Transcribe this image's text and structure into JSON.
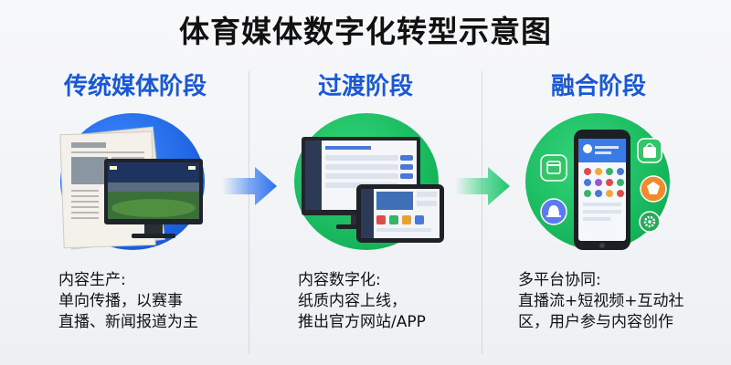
{
  "title": "体育媒体数字化转型示意图",
  "stages": [
    {
      "title": "传统媒体阶段",
      "desc_head": "内容生产:",
      "desc_lines": [
        "单向传播，以赛事",
        "直播、新闻报道为主"
      ]
    },
    {
      "title": "过渡阶段",
      "desc_head": "内容数字化:",
      "desc_lines": [
        "纸质内容上线，",
        "推出官方网站/APP"
      ]
    },
    {
      "title": "融合阶段",
      "desc_head": "多平台协同:",
      "desc_lines": [
        "直播流+短视频+互动社",
        "区，用户参与内容创作"
      ]
    }
  ],
  "colors": {
    "stage_title": "#1a58d6",
    "circle_blue": "#1a5fe0",
    "circle_green": "#15b45a",
    "arrow_blue": "#3d7ff0",
    "arrow_green": "#2ccf78"
  },
  "icons": {
    "stage1": [
      "newspaper-icon",
      "monitor-stadium-icon"
    ],
    "stage2": [
      "desktop-monitor-icon",
      "tablet-icon"
    ],
    "stage3": [
      "smartphone-icon",
      "calendar-icon",
      "shopping-bag-icon",
      "notification-bell-icon",
      "soccer-ball-icon",
      "settings-gear-icon"
    ]
  }
}
